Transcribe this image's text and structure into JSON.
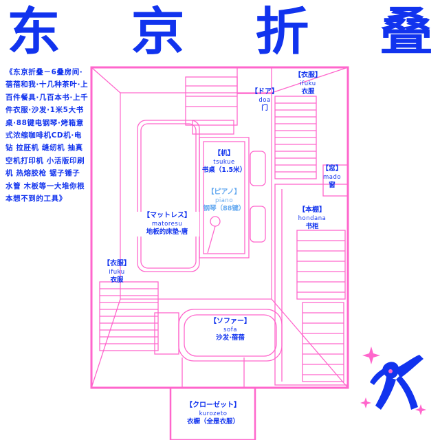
{
  "title": {
    "chars": [
      "东",
      "京",
      "折",
      "叠"
    ],
    "color": "#1133ee"
  },
  "intro": {
    "text": "《东京折叠－6叠房间·蓓蓓和我·十几种茶叶·上百件餐具·几百本书·上千件衣服·沙发·1米5大书桌·88键电钢琴·烤箱意式浓缩咖啡机CD机·电钻 拉胚机 缝纫机 抽真空机打印机 小活版印刷机 热熔胶枪 锯子锤子 水管 木板等一大堆你根本想不到的工具》"
  },
  "colors": {
    "accent_blue": "#1133ee",
    "line_pink": "#ff66cc",
    "piano_blue": "#66aaf0"
  },
  "labels": {
    "door": {
      "head": "【ドア】",
      "roma": "doa",
      "cn": "门"
    },
    "closet_top": {
      "head": "【衣服】",
      "roma": "ifuku",
      "cn": "衣服"
    },
    "desk": {
      "head": "【机】",
      "roma": "tsukue",
      "cn": "书桌（1.5米）"
    },
    "window": {
      "head": "【窓】",
      "roma": "mado",
      "cn": "窗"
    },
    "piano": {
      "head": "【ピアノ】",
      "roma": "piano",
      "cn": "钢琴（88键）"
    },
    "bookshelf": {
      "head": "【本棚】",
      "roma": "hondana",
      "cn": "书柜"
    },
    "mattress": {
      "head": "【マットレス】",
      "roma": "matoresu",
      "cn": "地板的床垫·唐"
    },
    "clothes_left": {
      "head": "【衣服】",
      "roma": "ifuku",
      "cn": "衣服"
    },
    "sofa": {
      "head": "【ソファー】",
      "roma": "sofa",
      "cn": "沙发·蓓蓓"
    },
    "closet": {
      "head": "【クローゼット】",
      "roma": "kurozeto",
      "cn": "衣橱（全是衣服）"
    }
  },
  "icons": {
    "mascot": "running-figure-icon",
    "sparkle": "sparkle-icon"
  }
}
